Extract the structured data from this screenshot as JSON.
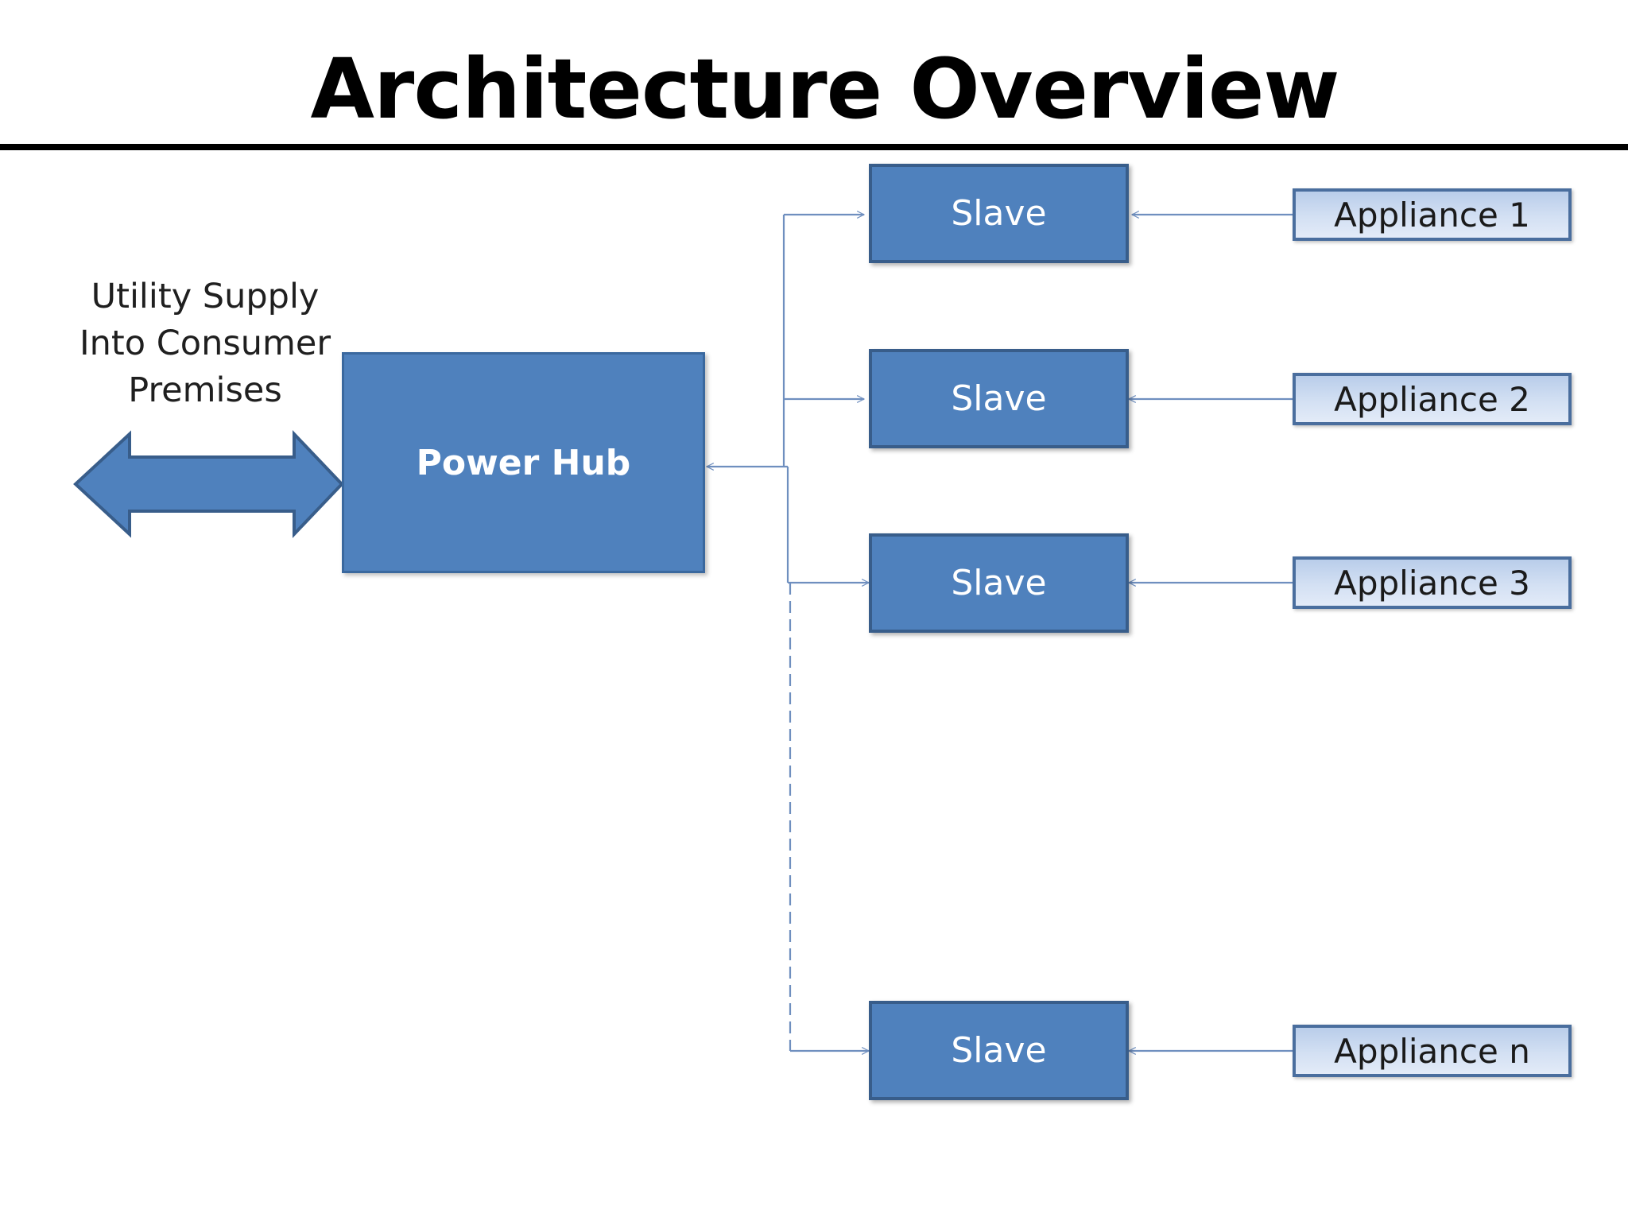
{
  "title": "Architecture Overview",
  "supply": {
    "line1": "Utility Supply",
    "line2": "Into Consumer",
    "line3": "Premises"
  },
  "hub": {
    "label": "Power Hub"
  },
  "slaves": [
    {
      "label": "Slave"
    },
    {
      "label": "Slave"
    },
    {
      "label": "Slave"
    },
    {
      "label": "Slave"
    }
  ],
  "appliances": [
    {
      "label": "Appliance 1"
    },
    {
      "label": "Appliance 2"
    },
    {
      "label": "Appliance 3"
    },
    {
      "label": "Appliance n"
    }
  ],
  "colors": {
    "box_fill": "#4f81bd",
    "box_border": "#385d8a",
    "connector": "#6f8fbf",
    "appliance_fill": "#d3e0f3"
  }
}
